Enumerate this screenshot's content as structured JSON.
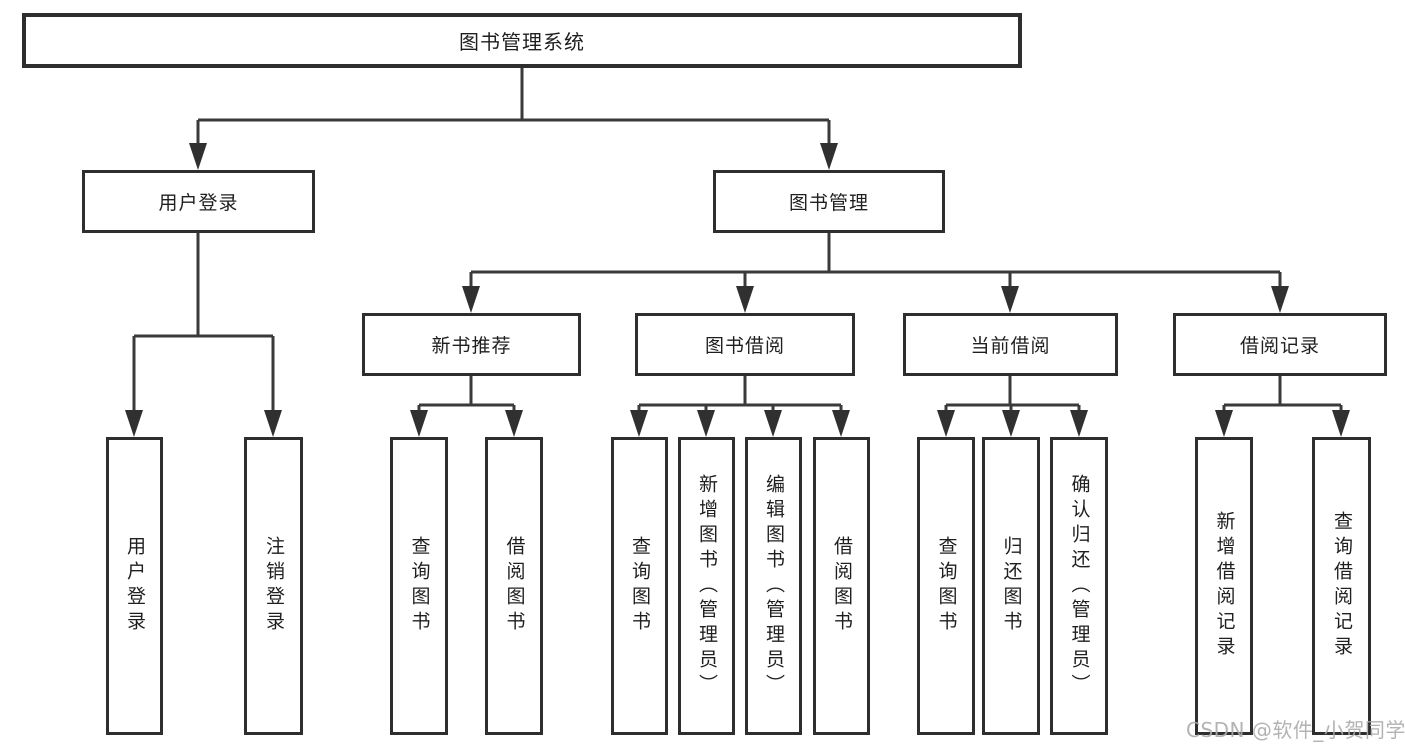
{
  "tree": {
    "label": "图书管理系统",
    "children": [
      {
        "label": "用户登录",
        "children": [
          {
            "label": "用户登录"
          },
          {
            "label": "注销登录"
          }
        ]
      },
      {
        "label": "图书管理",
        "children": [
          {
            "label": "新书推荐",
            "children": [
              {
                "label": "查询图书"
              },
              {
                "label": "借阅图书"
              }
            ]
          },
          {
            "label": "图书借阅",
            "children": [
              {
                "label": "查询图书"
              },
              {
                "label": "新增图书（管理员）"
              },
              {
                "label": "编辑图书（管理员）"
              },
              {
                "label": "借阅图书"
              }
            ]
          },
          {
            "label": "当前借阅",
            "children": [
              {
                "label": "查询图书"
              },
              {
                "label": "归还图书"
              },
              {
                "label": "确认归还（管理员）"
              }
            ]
          },
          {
            "label": "借阅记录",
            "children": [
              {
                "label": "新增借阅记录"
              },
              {
                "label": "查询借阅记录"
              }
            ]
          }
        ]
      }
    ]
  },
  "watermark": {
    "text": "CSDN @软件_小贺同学"
  },
  "colors": {
    "line": "#3a3a3a",
    "arrow": "#303030",
    "box_border": "#2e2e2e",
    "text": "#1f1f1f",
    "watermark": "#ababab",
    "background": "#ffffff"
  }
}
